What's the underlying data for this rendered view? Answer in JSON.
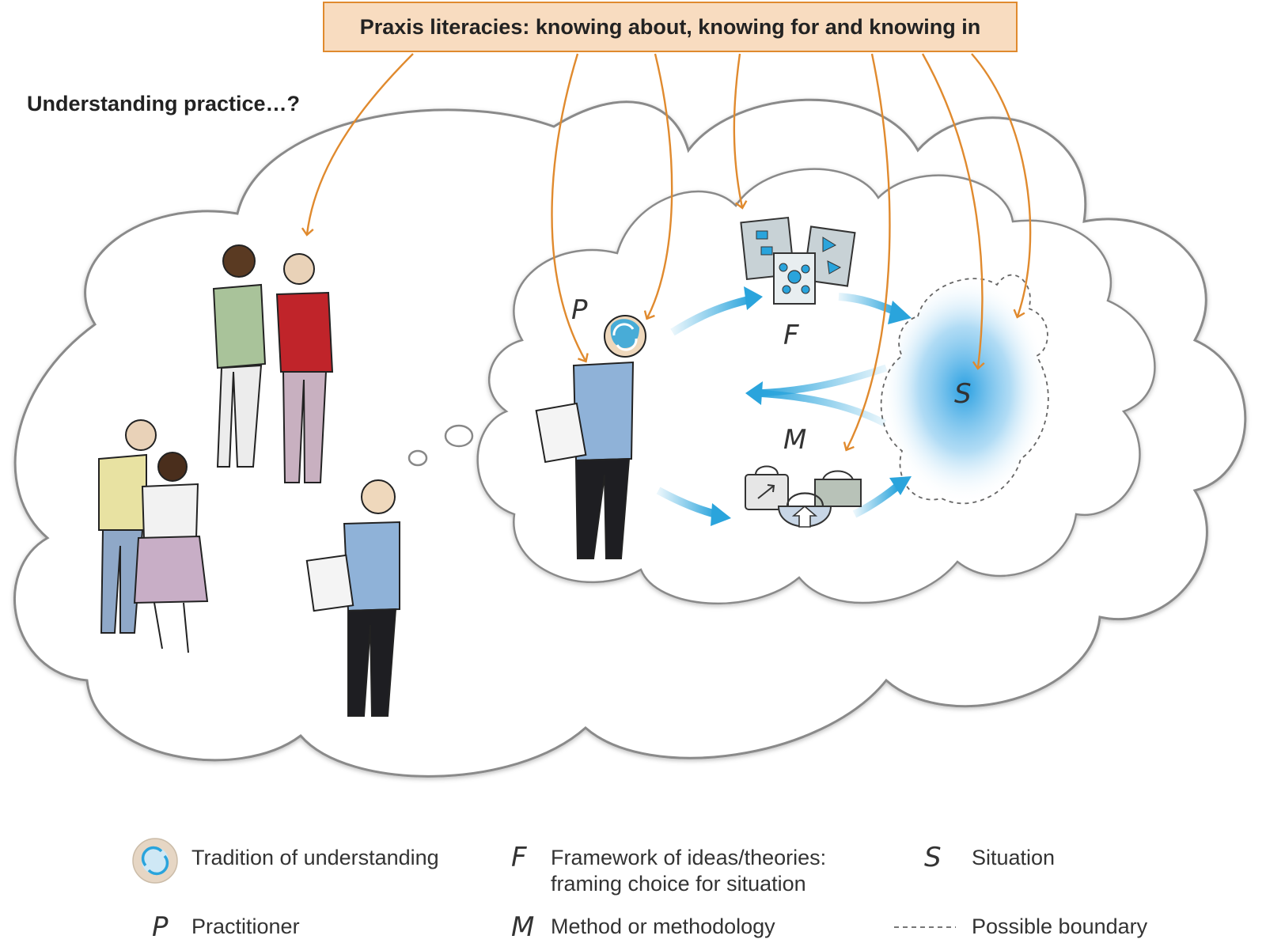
{
  "header": {
    "title": "Praxis literacies: knowing about, knowing for and knowing in"
  },
  "heading": "Understanding practice…?",
  "diagram": {
    "labels": {
      "practitioner": "P",
      "framework": "F",
      "method": "M",
      "situation": "S"
    }
  },
  "legend": {
    "tradition": "Tradition of understanding",
    "framework_symbol": "F",
    "framework_line1": "Framework of ideas/theories:",
    "framework_line2": "framing choice for situation",
    "situation_symbol": "S",
    "situation": "Situation",
    "practitioner_symbol": "P",
    "practitioner": "Practitioner",
    "method_symbol": "M",
    "method": "Method or methodology",
    "boundary": "Possible boundary"
  },
  "colors": {
    "orange_arrow": "#e08a2e",
    "blue_arrow": "#2aa4dc",
    "title_fill": "#f8dcc0",
    "cloud_stroke": "#8a8a8a"
  }
}
